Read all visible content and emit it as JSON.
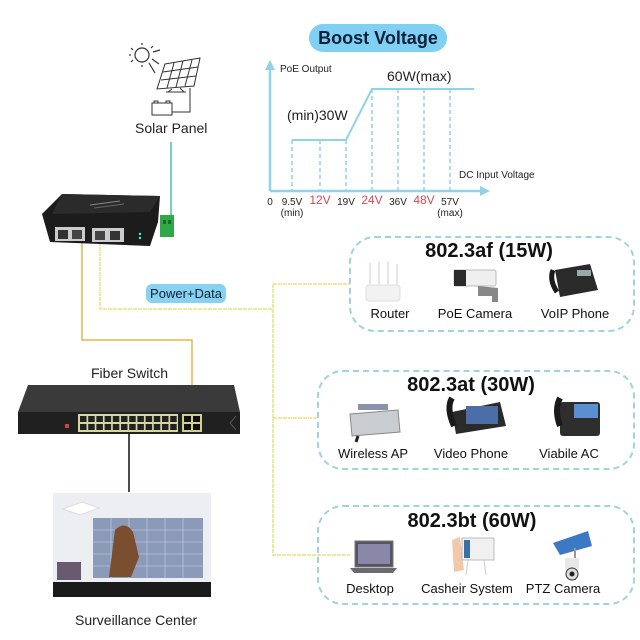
{
  "title": "Boost Voltage",
  "solar": {
    "label": "Solar Panel"
  },
  "power_data_label": "Power+Data",
  "fiber_switch": {
    "label": "Fiber Switch"
  },
  "surveillance": {
    "label": "Surveillance Center"
  },
  "colors": {
    "accent_blue": "#7fd0f2",
    "chart_line": "#8fd3e6",
    "tick_red": "#d04a55",
    "cable_yellow": "#e8e47a",
    "cable_orange": "#e7b64a",
    "cable_green": "#3fc79a",
    "group_border": "#9fd4dc"
  },
  "chart_data": {
    "type": "line",
    "title": "Boost Voltage",
    "ylabel": "PoE Output",
    "xlabel": "DC Input Voltage",
    "x_ticks": [
      {
        "label": "0",
        "value": 0,
        "highlight": false,
        "sub": ""
      },
      {
        "label": "9.5V",
        "value": 9.5,
        "highlight": false,
        "sub": "(min)"
      },
      {
        "label": "12V",
        "value": 12,
        "highlight": true,
        "sub": ""
      },
      {
        "label": "19V",
        "value": 19,
        "highlight": false,
        "sub": ""
      },
      {
        "label": "24V",
        "value": 24,
        "highlight": true,
        "sub": ""
      },
      {
        "label": "36V",
        "value": 36,
        "highlight": false,
        "sub": ""
      },
      {
        "label": "48V",
        "value": 48,
        "highlight": true,
        "sub": ""
      },
      {
        "label": "57V",
        "value": 57,
        "highlight": false,
        "sub": "(max)"
      }
    ],
    "series": [
      {
        "name": "PoE Output (W)",
        "points": [
          {
            "x": 9.5,
            "y": 30
          },
          {
            "x": 12,
            "y": 30
          },
          {
            "x": 19,
            "y": 30
          },
          {
            "x": 24,
            "y": 60
          },
          {
            "x": 36,
            "y": 60
          },
          {
            "x": 48,
            "y": 60
          },
          {
            "x": 57,
            "y": 60
          }
        ]
      }
    ],
    "annotations": [
      "(min)30W",
      "60W(max)"
    ],
    "grid": false
  },
  "groups": [
    {
      "title": "802.3af (15W)",
      "devices": [
        {
          "label": "Router",
          "icon": "router-icon"
        },
        {
          "label": "PoE Camera",
          "icon": "camera-icon"
        },
        {
          "label": "VoIP Phone",
          "icon": "phone-icon"
        }
      ]
    },
    {
      "title": "802.3at (30W)",
      "devices": [
        {
          "label": "Wireless AP",
          "icon": "access-point-icon"
        },
        {
          "label": "Video Phone",
          "icon": "video-phone-icon"
        },
        {
          "label": "Viabile AC",
          "icon": "desk-phone-icon"
        }
      ]
    },
    {
      "title": "802.3bt (60W)",
      "devices": [
        {
          "label": "Desktop",
          "icon": "laptop-icon"
        },
        {
          "label": "Casheir System",
          "icon": "pos-terminal-icon"
        },
        {
          "label": "PTZ Camera",
          "icon": "solar-ptz-camera-icon"
        }
      ]
    }
  ]
}
